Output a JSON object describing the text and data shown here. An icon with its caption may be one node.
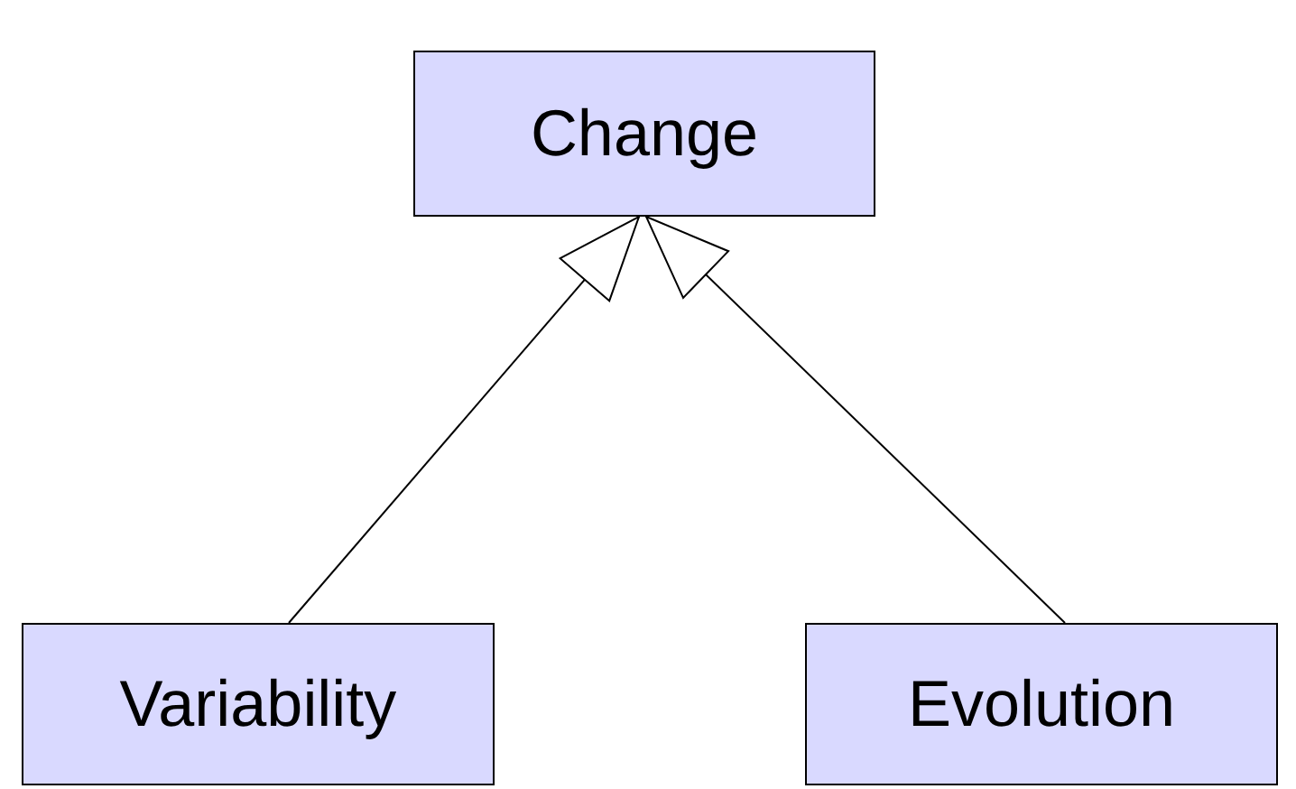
{
  "diagram": {
    "nodes": [
      {
        "text": [
          "Change"
        ]
      },
      {
        "text": [
          "Variability"
        ]
      },
      {
        "text": [
          "Evolution"
        ]
      }
    ],
    "edges": [
      {
        "from": 1,
        "to": 0,
        "arrow": "to"
      },
      {
        "from": 2,
        "to": 0,
        "arrow": "to"
      }
    ]
  }
}
